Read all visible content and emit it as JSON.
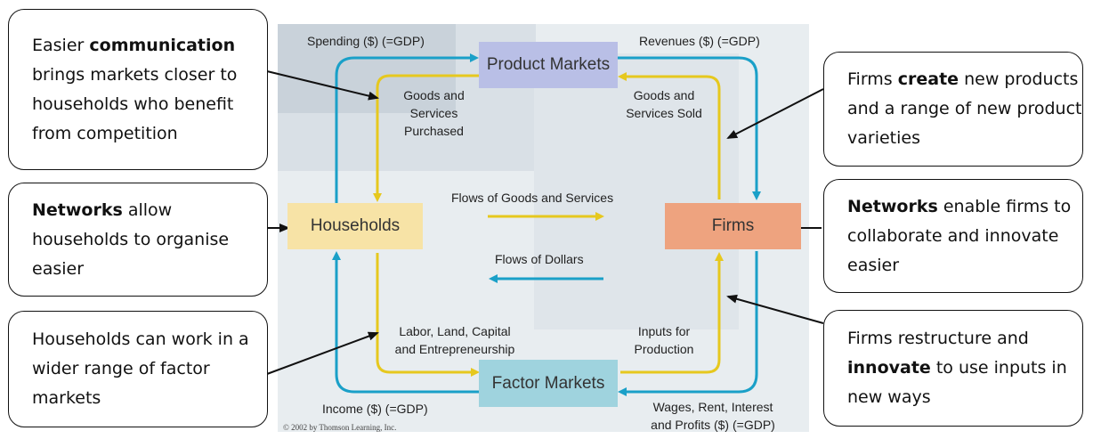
{
  "diagram": {
    "nodes": {
      "product_markets": "Product Markets",
      "factor_markets": "Factor Markets",
      "households": "Households",
      "firms": "Firms"
    },
    "flows": {
      "spending": "Spending ($) (=GDP)",
      "revenues": "Revenues ($) (=GDP)",
      "goods_purchased": [
        "Goods and",
        "Services",
        "Purchased"
      ],
      "goods_sold": [
        "Goods and",
        "Services Sold"
      ],
      "flows_goods": "Flows of Goods and Services",
      "flows_dollars": "Flows of Dollars",
      "labor": [
        "Labor, Land, Capital",
        "and Entrepreneurship"
      ],
      "inputs": [
        "Inputs for",
        "Production"
      ],
      "income": "Income ($) (=GDP)",
      "wages": [
        "Wages, Rent, Interest",
        "and Profits ($) (=GDP)"
      ]
    },
    "copyright": "© 2002 by Thomson Learning, Inc.",
    "colors": {
      "blue_arrow": "#1aa0c8",
      "yellow_arrow": "#e6c81e",
      "product_markets_box": "#b9bfe6",
      "factor_markets_box": "#9fd3de",
      "households_box": "#f7e3a6",
      "firms_box": "#eea37f"
    }
  },
  "callouts": {
    "left_top": [
      "Easier ",
      "communication",
      " brings markets closer to households who benefit from competition"
    ],
    "left_mid": [
      "Networks",
      " allow households to organise easier"
    ],
    "left_bottom": "Households can work in a wider range of factor markets",
    "right_top": [
      "Firms ",
      "create",
      " new products and a range of new product varieties"
    ],
    "right_mid": [
      "Networks",
      " enable firms to collaborate and innovate easier"
    ],
    "right_bottom": [
      "Firms restructure and ",
      "innovate",
      " to use inputs in new ways"
    ]
  }
}
